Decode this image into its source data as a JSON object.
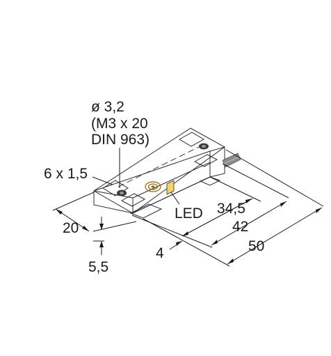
{
  "colors": {
    "housing_top": "#f7b500",
    "housing_side": "#e2a000",
    "housing_shadow": "#c98d00",
    "cable": "#8a8a8a",
    "ink": "#1a1a1a"
  },
  "labels": {
    "hole_diameter": "ø 3,2",
    "screw_line1": "(M3 x 20",
    "screw_line2": "DIN 963)",
    "slot": "6 x 1,5",
    "led": "LED",
    "length_mount_slot": "34,5",
    "length_mount": "42",
    "length_total": "50",
    "width": "20",
    "height": "5,5",
    "base_offset": "4"
  },
  "icons": {
    "sensing_face": "concentric-circles-icon",
    "mounting_hole": "screw-hole-icon"
  }
}
